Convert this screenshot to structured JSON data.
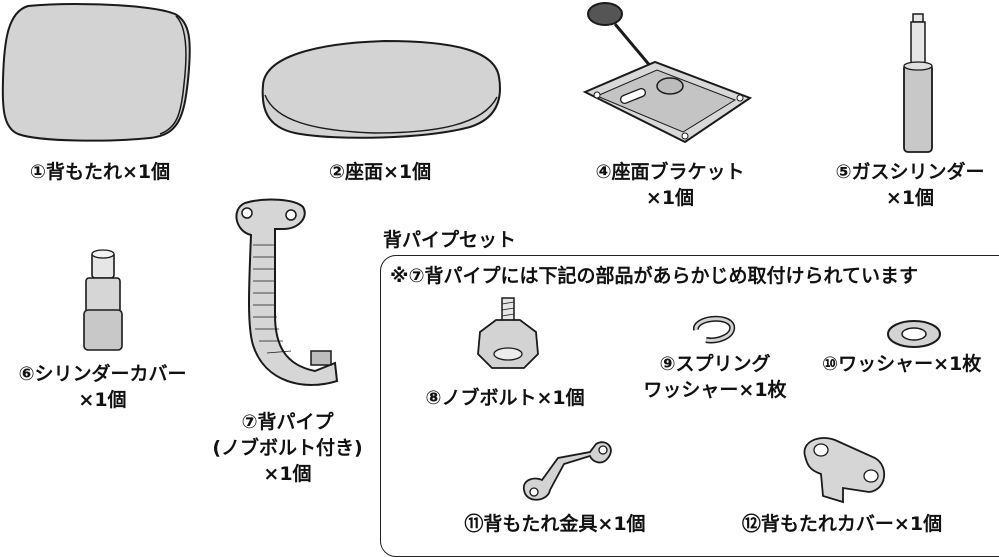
{
  "parts": {
    "p1": "①背もたれ×1個",
    "p2": "②座面×1個",
    "p4_line1": "④座面ブラケット",
    "p4_line2": "×1個",
    "p5_line1": "⑤ガスシリンダー",
    "p5_line2": "×1個",
    "p6_line1": "⑥シリンダーカバー",
    "p6_line2": "×1個",
    "p7_line1": "⑦背パイプ",
    "p7_line2": "(ノブボルト付き)",
    "p7_line3": "×1個"
  },
  "set": {
    "title": "背パイプセット",
    "note": "※⑦背パイプには下記の部品があらかじめ取付けられています",
    "p8": "⑧ノブボルト×1個",
    "p9_line1": "⑨スプリング",
    "p9_line2": "ワッシャー×1枚",
    "p10": "⑩ワッシャー×1枚",
    "p11": "⑪背もたれ金具×1個",
    "p12": "⑫背もたれカバー×1個"
  },
  "colors": {
    "part_fill": "#d3d3d3",
    "part_fill_light": "#e6e6e6",
    "outline": "#1a1a1a"
  }
}
